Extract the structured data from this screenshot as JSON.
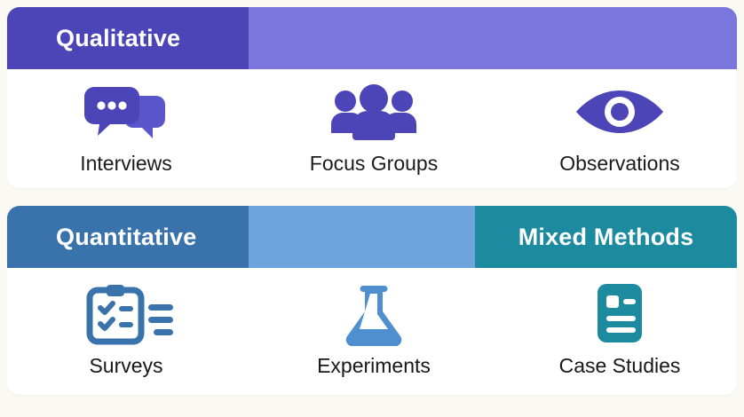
{
  "palette": {
    "background": "#fbf9f4",
    "card": "#ffffff",
    "qualitative_dark": "#4b45b8",
    "qualitative_light": "#7b76dd",
    "quantitative_dark": "#3a73ab",
    "quantitative_light": "#6fa4dd",
    "mixed_teal": "#1c8ba0",
    "label_text": "#1b1b1f",
    "header_text": "#ffffff"
  },
  "sections": [
    {
      "id": "qualitative",
      "header": {
        "segments": [
          {
            "name": "qualitative",
            "label": "Qualitative",
            "color": "#4b45b8",
            "has_label": true
          },
          {
            "name": "qualitative-filler",
            "label": "",
            "color": "#7b76dd",
            "has_label": false
          }
        ]
      },
      "items": [
        {
          "name": "interviews",
          "label": "Interviews",
          "icon": "speech-bubbles-icon",
          "color": "#4b45b8"
        },
        {
          "name": "focus-groups",
          "label": "Focus Groups",
          "icon": "people-group-icon",
          "color": "#4b45b8"
        },
        {
          "name": "observations",
          "label": "Observations",
          "icon": "eye-icon",
          "color": "#4b45b8"
        }
      ]
    },
    {
      "id": "quantitative",
      "header": {
        "segments": [
          {
            "name": "quantitative",
            "label": "Quantitative",
            "color": "#3a73ab",
            "has_label": true
          },
          {
            "name": "quantitative-filler",
            "label": "",
            "color": "#6fa4dd",
            "has_label": false
          },
          {
            "name": "mixed-methods",
            "label": "Mixed Methods",
            "color": "#1c8ba0",
            "has_label": true
          }
        ]
      },
      "items": [
        {
          "name": "surveys",
          "label": "Surveys",
          "icon": "clipboard-checklist-icon",
          "color": "#3a73ab"
        },
        {
          "name": "experiments",
          "label": "Experiments",
          "icon": "flask-icon",
          "color": "#4e8fd0"
        },
        {
          "name": "case-studies",
          "label": "Case Studies",
          "icon": "document-lines-icon",
          "color": "#1c8ba0"
        }
      ]
    }
  ]
}
